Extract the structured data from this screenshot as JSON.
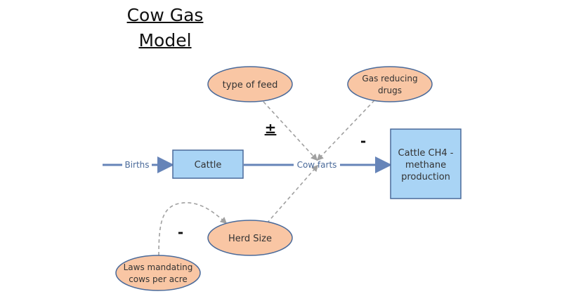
{
  "title": {
    "line1": "Cow Gas",
    "line2": "Model"
  },
  "flows": {
    "births": "Births",
    "cow_farts": "Cow farts"
  },
  "stocks": {
    "cattle": "Cattle",
    "methane": [
      "Cattle CH4 -",
      "methane",
      "production"
    ]
  },
  "variables": {
    "type_of_feed": "type of feed",
    "gas_reducing_drugs": [
      "Gas reducing",
      "drugs"
    ],
    "herd_size": "Herd Size",
    "laws": [
      "Laws mandating",
      "cows per acre"
    ]
  },
  "signs": {
    "feed": "±",
    "drugs": "-",
    "laws": "-"
  },
  "colors": {
    "flow": "#6684b8",
    "stock_fill": "#a9d4f5",
    "stock_border": "#4a6a9a",
    "aux_fill": "#f9c6a4",
    "aux_border": "#4a6a9a",
    "link": "#a0a0a0"
  }
}
